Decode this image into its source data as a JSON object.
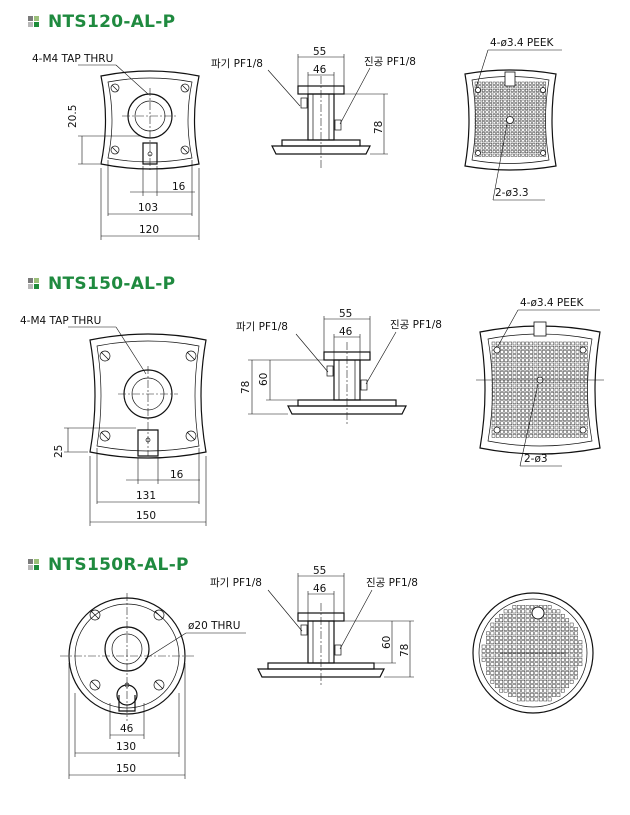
{
  "sections": [
    {
      "title": "NTS120-AL-P",
      "labels": {
        "tap": "4-M4 TAP THRU",
        "d_20_5": "20.5",
        "d_16": "16",
        "d_103": "103",
        "d_120": "120",
        "paki": "파기 PF1/8",
        "jingong": "진공 PF1/8",
        "d_55": "55",
        "d_46": "46",
        "d_78": "78",
        "peek": "4-ø3.4 PEEK",
        "hole2": "2-ø3.3"
      }
    },
    {
      "title": "NTS150-AL-P",
      "labels": {
        "tap": "4-M4 TAP THRU",
        "d_25": "25",
        "d_16": "16",
        "d_131": "131",
        "d_150": "150",
        "paki": "파기 PF1/8",
        "jingong": "진공 PF1/8",
        "d_55": "55",
        "d_46": "46",
        "d_78": "78",
        "d_60": "60",
        "peek": "4-ø3.4 PEEK",
        "hole2": "2-ø3"
      }
    },
    {
      "title": "NTS150R-AL-P",
      "labels": {
        "thru": "ø20 THRU",
        "d_46": "46",
        "d_130": "130",
        "d_150": "150",
        "paki": "파기 PF1/8",
        "jingong": "진공 PF1/8",
        "d_55": "55",
        "d_46b": "46",
        "d_60": "60",
        "d_78": "78"
      }
    }
  ],
  "colors": {
    "title_green": "#1f8a3f",
    "line": "#111111"
  }
}
